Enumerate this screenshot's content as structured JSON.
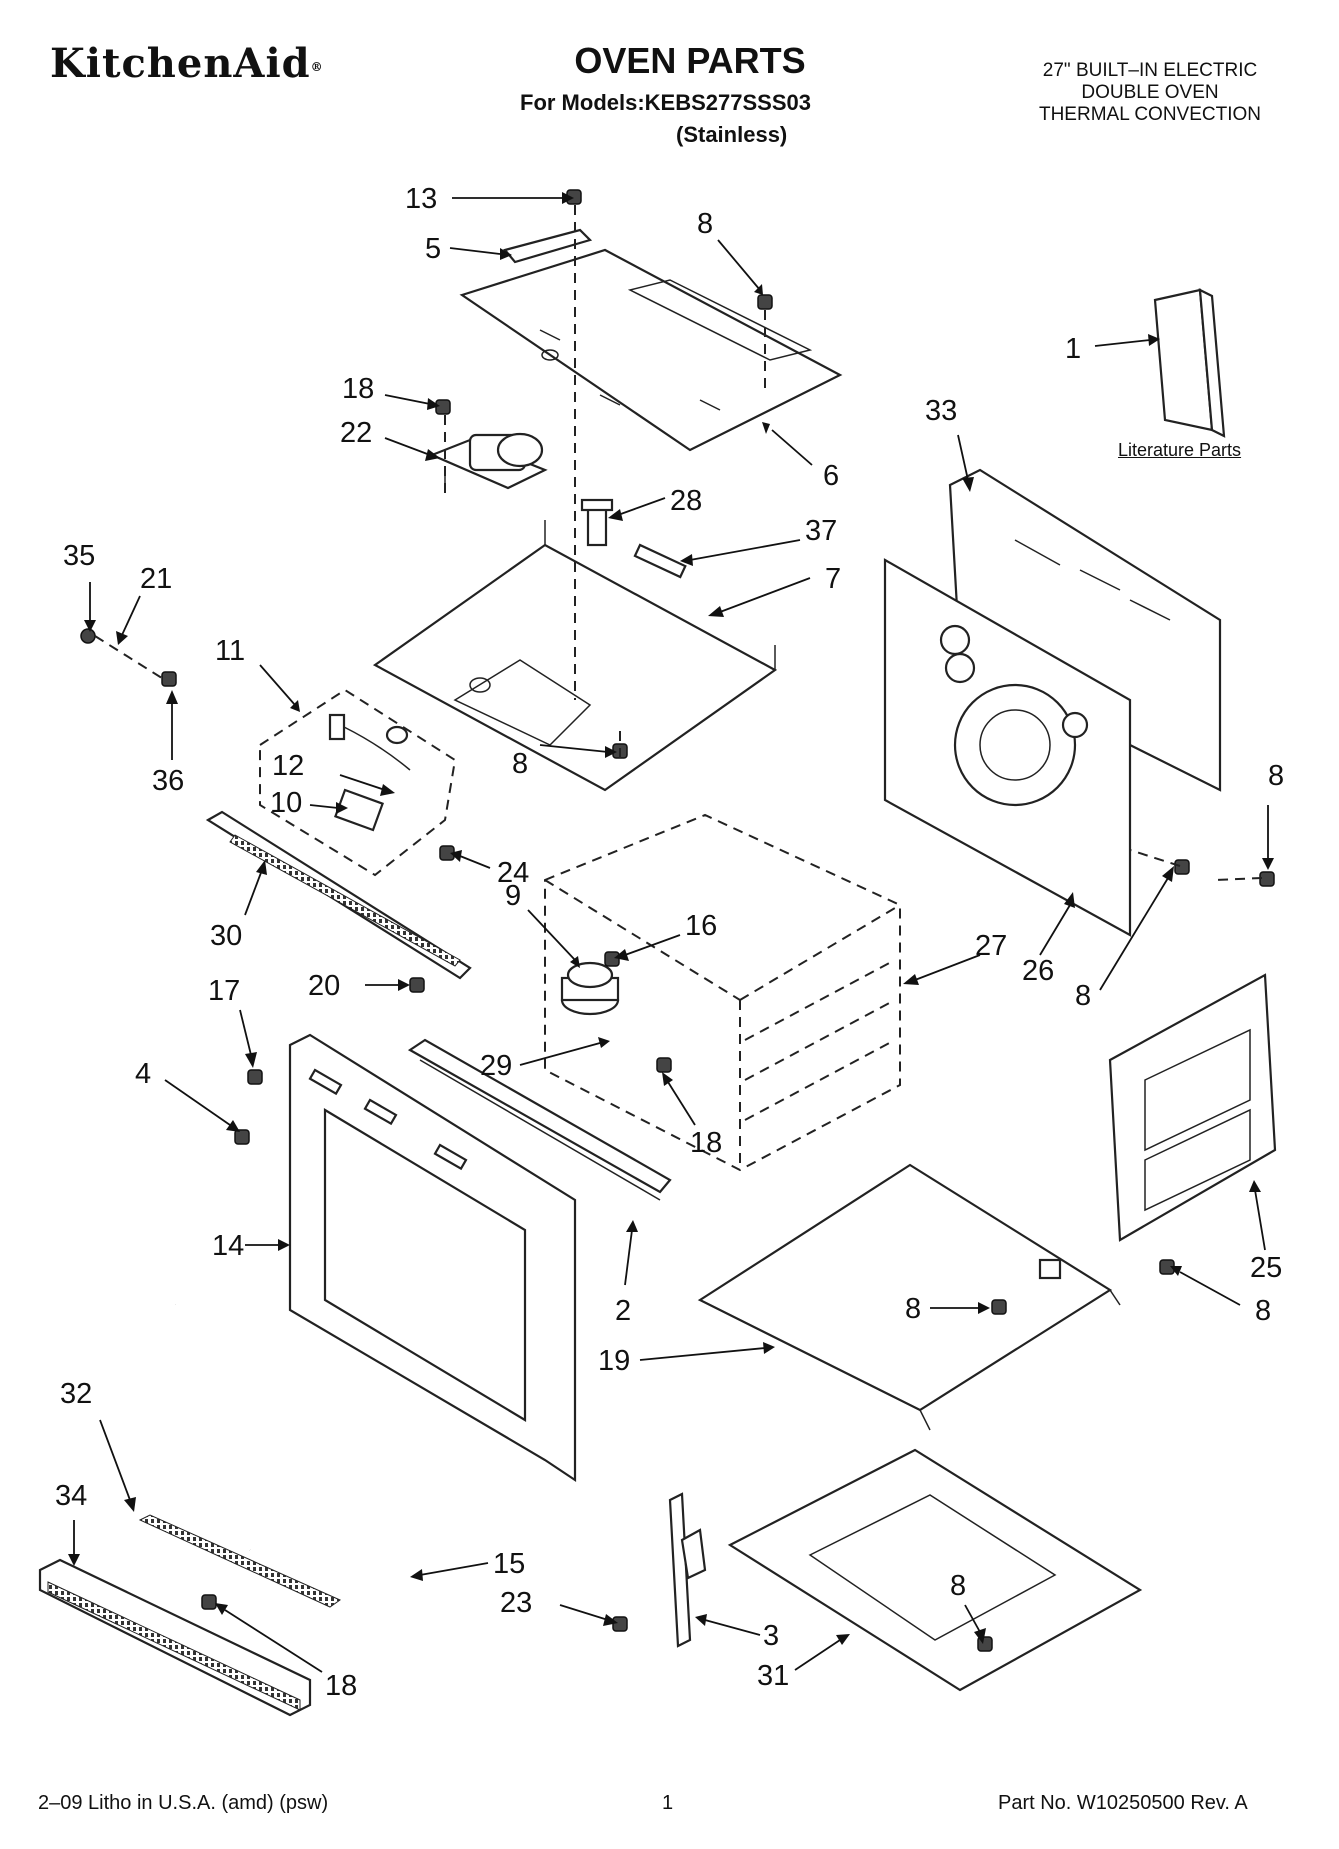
{
  "header": {
    "brand": "KitchenAid",
    "brand_mark": "®",
    "title": "OVEN PARTS",
    "models_line": "For Models:KEBS277SSS03",
    "finish": "(Stainless)",
    "description": [
      "27\" BUILT–IN ELECTRIC",
      "DOUBLE OVEN",
      "THERMAL CONVECTION"
    ]
  },
  "literature_label": "Literature Parts",
  "callouts": [
    {
      "id": "c13",
      "label": "13"
    },
    {
      "id": "c5",
      "label": "5"
    },
    {
      "id": "c8a",
      "label": "8"
    },
    {
      "id": "c18a",
      "label": "18"
    },
    {
      "id": "c22",
      "label": "22"
    },
    {
      "id": "c6",
      "label": "6"
    },
    {
      "id": "c1",
      "label": "1"
    },
    {
      "id": "c33",
      "label": "33"
    },
    {
      "id": "c28",
      "label": "28"
    },
    {
      "id": "c37",
      "label": "37"
    },
    {
      "id": "c7",
      "label": "7"
    },
    {
      "id": "c35",
      "label": "35"
    },
    {
      "id": "c21",
      "label": "21"
    },
    {
      "id": "c36",
      "label": "36"
    },
    {
      "id": "c11",
      "label": "11"
    },
    {
      "id": "c8b",
      "label": "8"
    },
    {
      "id": "c12",
      "label": "12"
    },
    {
      "id": "c10",
      "label": "10"
    },
    {
      "id": "c24",
      "label": "24"
    },
    {
      "id": "c8c",
      "label": "8"
    },
    {
      "id": "c9",
      "label": "9"
    },
    {
      "id": "c16",
      "label": "16"
    },
    {
      "id": "c30",
      "label": "30"
    },
    {
      "id": "c27",
      "label": "27"
    },
    {
      "id": "c26",
      "label": "26"
    },
    {
      "id": "c8d",
      "label": "8"
    },
    {
      "id": "c17",
      "label": "17"
    },
    {
      "id": "c20",
      "label": "20"
    },
    {
      "id": "c29",
      "label": "29"
    },
    {
      "id": "c4",
      "label": "4"
    },
    {
      "id": "c18b",
      "label": "18"
    },
    {
      "id": "c14",
      "label": "14"
    },
    {
      "id": "c2",
      "label": "2"
    },
    {
      "id": "c25",
      "label": "25"
    },
    {
      "id": "c8e",
      "label": "8"
    },
    {
      "id": "c8f",
      "label": "8"
    },
    {
      "id": "c19",
      "label": "19"
    },
    {
      "id": "c32",
      "label": "32"
    },
    {
      "id": "c34",
      "label": "34"
    },
    {
      "id": "c15",
      "label": "15"
    },
    {
      "id": "c23",
      "label": "23"
    },
    {
      "id": "c8g",
      "label": "8"
    },
    {
      "id": "c3",
      "label": "3"
    },
    {
      "id": "c31",
      "label": "31"
    },
    {
      "id": "c18c",
      "label": "18"
    }
  ],
  "footer": {
    "left": "2–09 Litho in U.S.A. (amd) (psw)",
    "page": "1",
    "part_no": "Part No. W10250500 Rev. A"
  }
}
